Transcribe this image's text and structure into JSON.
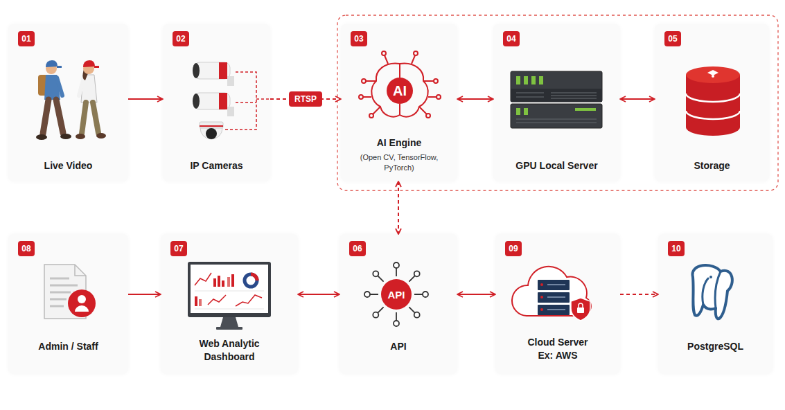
{
  "diagram": {
    "nodes": [
      {
        "text": [
          "01",
          "Live Video"
        ]
      },
      {
        "text": [
          "02",
          "IP Cameras"
        ]
      },
      {
        "text": [
          "03",
          "AI Engine",
          "(Open CV, TensorFlow, PyTorch)"
        ]
      },
      {
        "text": [
          "04",
          "GPU Local Server"
        ]
      },
      {
        "text": [
          "05",
          "Storage"
        ]
      },
      {
        "text": [
          "08",
          "Admin / Staff"
        ]
      },
      {
        "text": [
          "07",
          "Web Analytic Dashboard"
        ]
      },
      {
        "text": [
          "06",
          "API"
        ]
      },
      {
        "text": [
          "09",
          "Cloud Server Ex: AWS"
        ]
      },
      {
        "text": [
          "10",
          "PostgreSQL"
        ]
      }
    ],
    "edges": [
      {
        "from": 0,
        "to": 1,
        "arrow": "to"
      },
      {
        "from": 1,
        "to": 2,
        "label": "RTSP",
        "arrow": "to"
      },
      {
        "from": 2,
        "to": 3,
        "arrow": "both"
      },
      {
        "from": 3,
        "to": 4,
        "arrow": "both"
      },
      {
        "from": 2,
        "to": 7,
        "arrow": "both"
      },
      {
        "from": 5,
        "to": 6,
        "arrow": "to"
      },
      {
        "from": 6,
        "to": 7,
        "arrow": "both"
      },
      {
        "from": 7,
        "to": 8,
        "arrow": "both"
      },
      {
        "from": 8,
        "to": 9,
        "arrow": "to"
      }
    ],
    "labels": [
      "AI",
      "API"
    ]
  }
}
